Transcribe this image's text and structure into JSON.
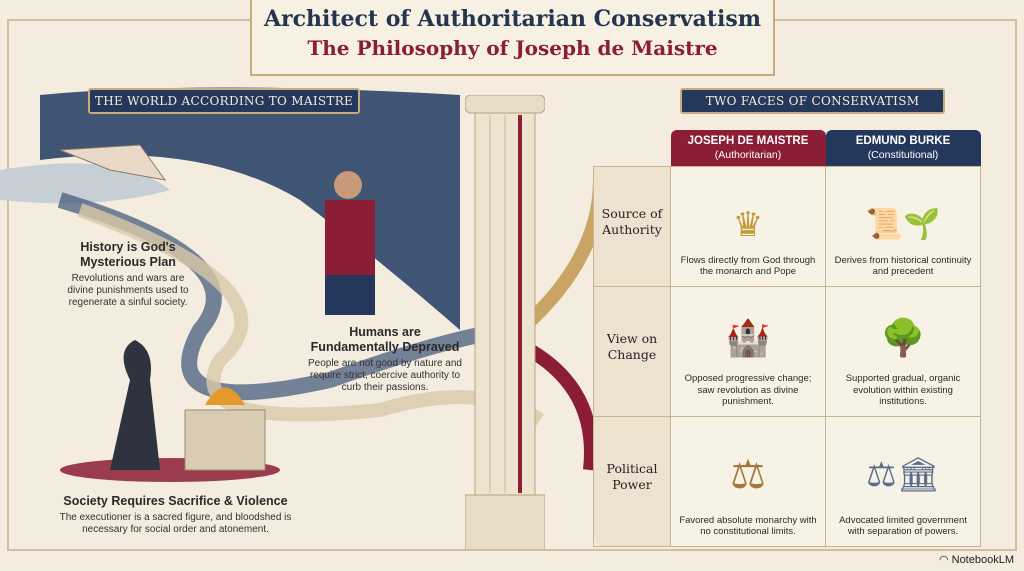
{
  "title": {
    "line1": "Architect of Authoritarian Conservatism",
    "line2": "The Philosophy of Joseph de Maistre"
  },
  "left": {
    "banner": "THE WORLD ACCORDING TO MAISTRE",
    "blocks": [
      {
        "heading": "History is God's Mysterious Plan",
        "body": "Revolutions and wars are divine punishments used to regenerate a sinful society."
      },
      {
        "heading": "Humans are Fundamentally Depraved",
        "body": "People are not good by nature and require strict, coercive authority to curb their passions."
      },
      {
        "heading": "Society Requires Sacrifice & Violence",
        "body": "The executioner is a sacred figure, and bloodshed is necessary for social order and atonement."
      }
    ]
  },
  "right": {
    "banner": "TWO FACES OF CONSERVATISM",
    "columns": [
      {
        "name": "JOSEPH DE MAISTRE",
        "sub": "(Authoritarian)",
        "color": "#8b1d35"
      },
      {
        "name": "EDMUND BURKE",
        "sub": "(Constitutional)",
        "color": "#23385a"
      }
    ],
    "rows": [
      {
        "label": "Source of Authority",
        "maistre": "Flows directly from God through the monarch and Pope",
        "burke": "Derives from historical continuity and precedent"
      },
      {
        "label": "View on Change",
        "maistre": "Opposed progressive change; saw revolution as divine punishment.",
        "burke": "Supported gradual, organic evolution within existing institutions."
      },
      {
        "label": "Political Power",
        "maistre": "Favored absolute monarchy with no constitutional limits.",
        "burke": "Advocated limited government with separation of powers."
      }
    ]
  },
  "brand": "NotebookLM"
}
